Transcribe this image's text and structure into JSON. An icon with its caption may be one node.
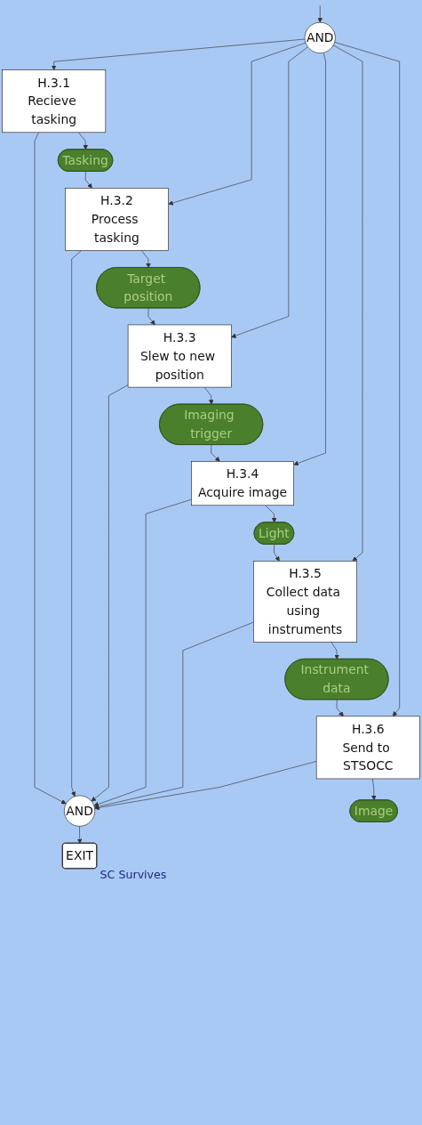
{
  "diagram": {
    "nodes": [
      {
        "text": [
          "H.3.1",
          "Recieve tasking"
        ]
      },
      {
        "text": [
          "Tasking"
        ]
      },
      {
        "text": [
          "H.3.2",
          "Process tasking"
        ]
      },
      {
        "text": [
          "Target position"
        ]
      },
      {
        "text": [
          "H.3.3",
          "Slew to new position"
        ]
      },
      {
        "text": [
          "Imaging trigger"
        ]
      },
      {
        "text": [
          "AND"
        ]
      },
      {
        "text": [
          "AND"
        ]
      },
      {
        "text": [
          "EXIT"
        ],
        "beside": [
          "SC Survives"
        ]
      },
      {
        "text": [
          "H.3.4",
          "Acquire image"
        ]
      },
      {
        "text": [
          "Light"
        ]
      },
      {
        "text": [
          "H.3.5",
          "Collect data using instruments"
        ]
      },
      {
        "text": [
          "Instrument data"
        ]
      },
      {
        "text": [
          "H.3.6",
          "Send to STSOCC"
        ]
      },
      {
        "text": [
          "Image"
        ]
      }
    ],
    "edges": [
      {
        "from": 0,
        "to": 1,
        "arrow": "to"
      },
      {
        "from": 1,
        "to": 2,
        "arrow": "to"
      },
      {
        "from": 2,
        "to": 3,
        "arrow": "to"
      },
      {
        "from": 3,
        "to": 4,
        "arrow": "to"
      },
      {
        "from": 4,
        "to": 5,
        "arrow": "to"
      },
      {
        "from": 5,
        "to": 9,
        "arrow": "to"
      },
      {
        "from": 9,
        "to": 10,
        "arrow": "to"
      },
      {
        "from": 10,
        "to": 11,
        "arrow": "to"
      },
      {
        "from": 11,
        "to": 12,
        "arrow": "to"
      },
      {
        "from": 12,
        "to": 13,
        "arrow": "to"
      },
      {
        "from": 13,
        "to": 14,
        "arrow": "to"
      },
      {
        "from": null,
        "to": 6,
        "arrow": "to"
      },
      {
        "from": 6,
        "to": 0,
        "arrow": "to"
      },
      {
        "from": 6,
        "to": 2,
        "arrow": "to"
      },
      {
        "from": 6,
        "to": 4,
        "arrow": "to"
      },
      {
        "from": 6,
        "to": 9,
        "arrow": "to"
      },
      {
        "from": 6,
        "to": 11,
        "arrow": "to"
      },
      {
        "from": 6,
        "to": 13,
        "arrow": "to"
      },
      {
        "from": 0,
        "to": 7,
        "arrow": "to"
      },
      {
        "from": 2,
        "to": 7,
        "arrow": "to"
      },
      {
        "from": 4,
        "to": 7,
        "arrow": "to"
      },
      {
        "from": 9,
        "to": 7,
        "arrow": "to"
      },
      {
        "from": 11,
        "to": 7,
        "arrow": "to"
      },
      {
        "from": 13,
        "to": 7,
        "arrow": "to"
      },
      {
        "from": 7,
        "to": 8,
        "arrow": "to"
      }
    ]
  }
}
